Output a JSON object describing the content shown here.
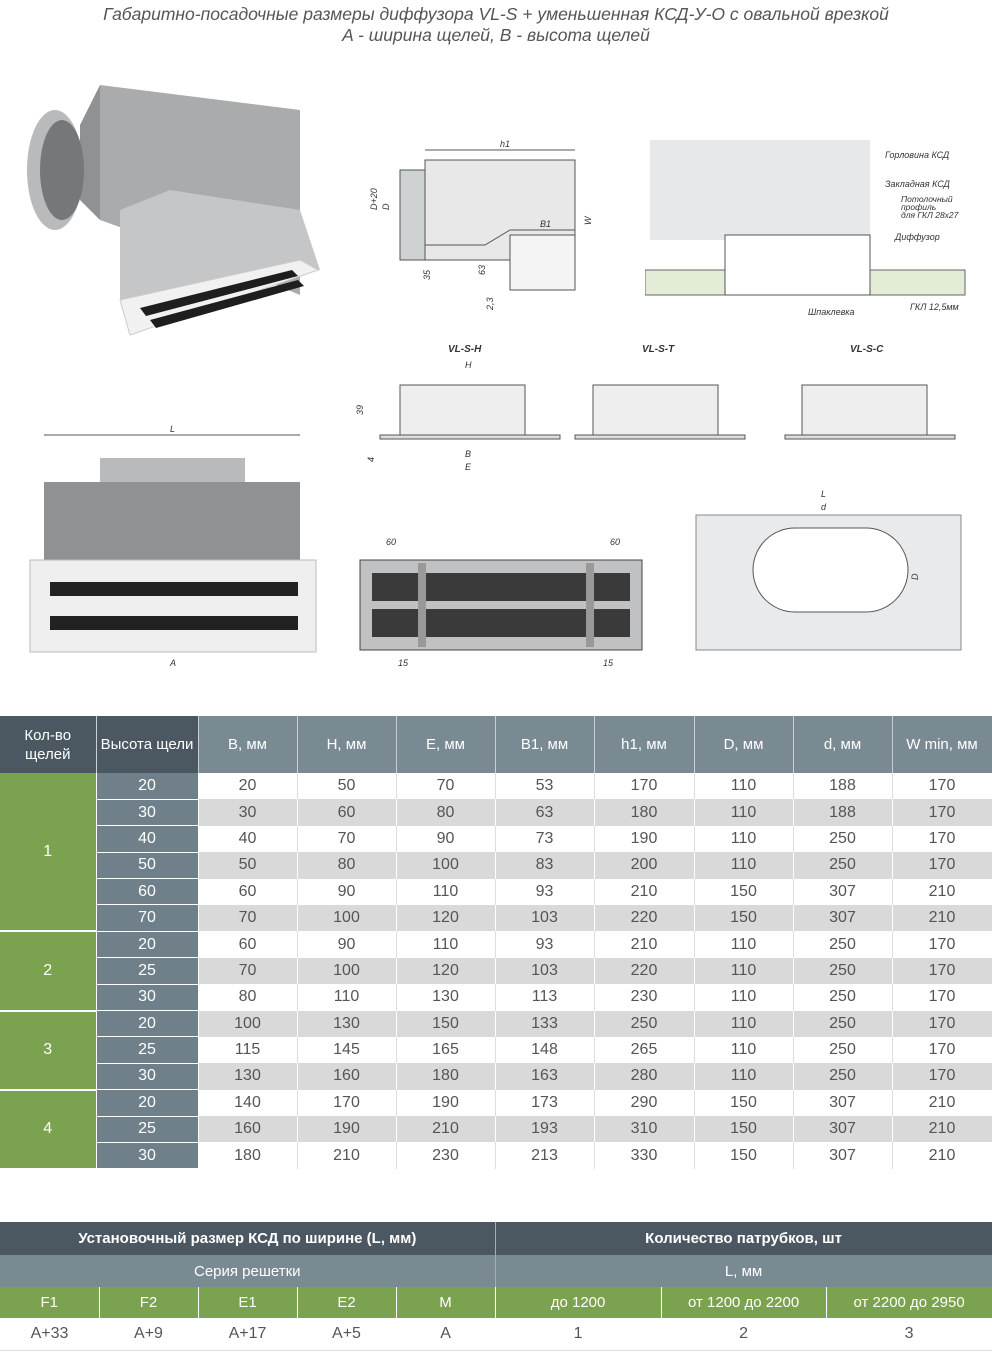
{
  "title": {
    "line1": "Габаритно-посадочные размеры диффузора VL-S + уменьшенная КСД-У-О с овальной врезкой",
    "line2": "A - ширина щелей, B - высота щелей"
  },
  "drawings": {
    "side": {
      "h1": "h1",
      "d20": "D+20",
      "d": "D",
      "b1": "B1",
      "w": "W",
      "n35": "35",
      "n63": "63",
      "n23": "2,3"
    },
    "section": {
      "l1": "Горловина КСД",
      "l2": "Закладная КСД",
      "l3a": "Потолочный",
      "l3b": "профиль",
      "l3c": "для ГКЛ 28x27",
      "l4": "Диффузор",
      "l5": "Шпаклевка",
      "l6": "ГКЛ 12,5мм"
    },
    "variants": {
      "h": "VL-S-H",
      "t": "VL-S-T",
      "c": "VL-S-C",
      "H": "H",
      "n39": "39",
      "n4": "4",
      "B": "B",
      "E": "E"
    },
    "front": {
      "L": "L",
      "A": "A"
    },
    "bottom": {
      "n60a": "60",
      "n60b": "60",
      "n15a": "15",
      "n15b": "15"
    },
    "top": {
      "L": "L",
      "d": "d",
      "D": "D"
    }
  },
  "main_table": {
    "headers": [
      "Кол-во щелей",
      "Высота щели",
      "B, мм",
      "H, мм",
      "E, мм",
      "B1, мм",
      "h1, мм",
      "D, мм",
      "d, мм",
      "W min, мм"
    ],
    "groups": [
      {
        "count": "1",
        "rows": [
          [
            "20",
            "20",
            "50",
            "70",
            "53",
            "170",
            "110",
            "188",
            "170"
          ],
          [
            "30",
            "30",
            "60",
            "80",
            "63",
            "180",
            "110",
            "188",
            "170"
          ],
          [
            "40",
            "40",
            "70",
            "90",
            "73",
            "190",
            "110",
            "250",
            "170"
          ],
          [
            "50",
            "50",
            "80",
            "100",
            "83",
            "200",
            "110",
            "250",
            "170"
          ],
          [
            "60",
            "60",
            "90",
            "110",
            "93",
            "210",
            "150",
            "307",
            "210"
          ],
          [
            "70",
            "70",
            "100",
            "120",
            "103",
            "220",
            "150",
            "307",
            "210"
          ]
        ]
      },
      {
        "count": "2",
        "rows": [
          [
            "20",
            "60",
            "90",
            "110",
            "93",
            "210",
            "110",
            "250",
            "170"
          ],
          [
            "25",
            "70",
            "100",
            "120",
            "103",
            "220",
            "110",
            "250",
            "170"
          ],
          [
            "30",
            "80",
            "110",
            "130",
            "113",
            "230",
            "110",
            "250",
            "170"
          ]
        ]
      },
      {
        "count": "3",
        "rows": [
          [
            "20",
            "100",
            "130",
            "150",
            "133",
            "250",
            "110",
            "250",
            "170"
          ],
          [
            "25",
            "115",
            "145",
            "165",
            "148",
            "265",
            "110",
            "250",
            "170"
          ],
          [
            "30",
            "130",
            "160",
            "180",
            "163",
            "280",
            "110",
            "250",
            "170"
          ]
        ]
      },
      {
        "count": "4",
        "rows": [
          [
            "20",
            "140",
            "170",
            "190",
            "173",
            "290",
            "150",
            "307",
            "210"
          ],
          [
            "25",
            "160",
            "190",
            "210",
            "193",
            "310",
            "150",
            "307",
            "210"
          ],
          [
            "30",
            "180",
            "210",
            "230",
            "213",
            "330",
            "150",
            "307",
            "210"
          ]
        ]
      }
    ]
  },
  "sub_table": {
    "left_title": "Установочный размер КСД по ширине (L, мм)",
    "right_title": "Количество патрубков, шт",
    "left_sub": "Серия решетки",
    "right_sub": "L, мм",
    "series": [
      "F1",
      "F2",
      "E1",
      "E2",
      "M"
    ],
    "ranges": [
      "до 1200",
      "от 1200 до 2200",
      "от 2200 до 2950"
    ],
    "series_values": [
      "A+33",
      "A+9",
      "A+17",
      "A+5",
      "A"
    ],
    "range_values": [
      "1",
      "2",
      "3"
    ]
  }
}
